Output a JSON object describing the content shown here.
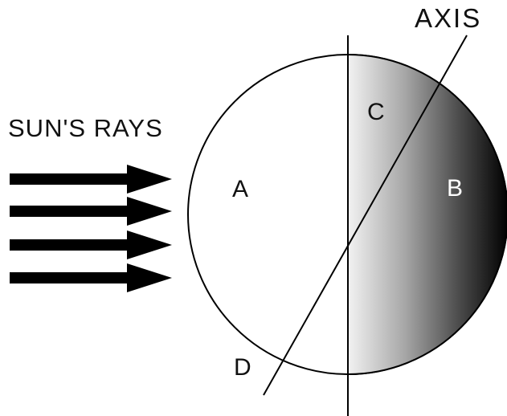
{
  "labels": {
    "axis": "AXIS",
    "sun_rays": "SUN'S RAYS",
    "a": "A",
    "b": "B",
    "c": "C",
    "d": "D"
  },
  "colors": {
    "line": "#000000",
    "lit_side": "#ffffff",
    "shade_light": "#f2f2f2",
    "shade_dark": "#000000",
    "label_on_dark": "#ffffff"
  },
  "arrow_count": 4
}
